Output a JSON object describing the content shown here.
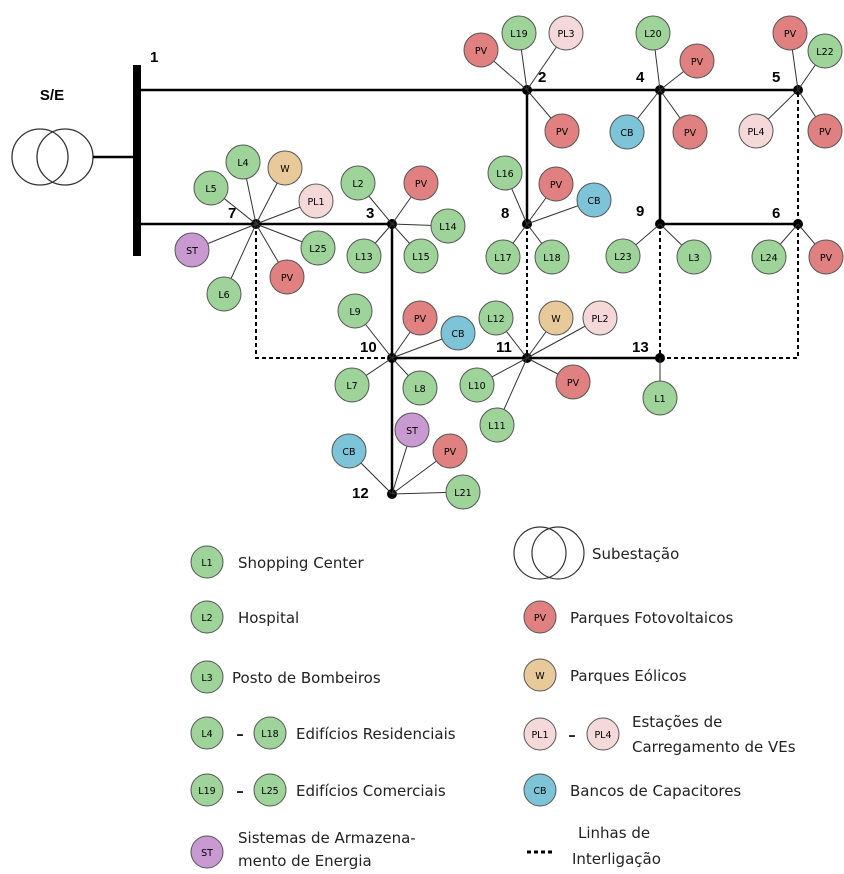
{
  "substation_label": "S/E",
  "buses": [
    "1",
    "2",
    "3",
    "4",
    "5",
    "6",
    "7",
    "8",
    "9",
    "10",
    "11",
    "12",
    "13"
  ],
  "colors": {
    "load": "#9ed49a",
    "pv": "#e08080",
    "wind": "#e8c99a",
    "charging": "#f5d9d9",
    "capacitor": "#7ec4d8",
    "storage": "#c99ad1"
  },
  "node_labels": {
    "pv": "PV",
    "w": "W",
    "cb": "CB",
    "st": "ST",
    "pl1": "PL1",
    "pl2": "PL2",
    "pl3": "PL3",
    "pl4": "PL4",
    "l1": "L1",
    "l2": "L2",
    "l3": "L3",
    "l4": "L4",
    "l5": "L5",
    "l6": "L6",
    "l7": "L7",
    "l8": "L8",
    "l9": "L9",
    "l10": "L10",
    "l11": "L11",
    "l12": "L12",
    "l13": "L13",
    "l14": "L14",
    "l15": "L15",
    "l16": "L16",
    "l17": "L17",
    "l18": "L18",
    "l19": "L19",
    "l20": "L20",
    "l21": "L21",
    "l22": "L22",
    "l23": "L23",
    "l24": "L24",
    "l25": "L25"
  },
  "legend": {
    "shopping": "Shopping Center",
    "hospital": "Hospital",
    "fire": "Posto de Bombeiros",
    "residential": "Edifícios Residenciais",
    "commercial": "Edifícios Comerciais",
    "storage_line1": "Sistemas de Armazena-",
    "storage_line2": "mento de Energia",
    "substation": "Subestação",
    "pv": "Parques Fotovoltaicos",
    "wind": "Parques Eólicos",
    "charging_line1": "Estações de",
    "charging_line2": "Carregamento de VEs",
    "capacitors": "Bancos de Capacitores",
    "tie_line1": "Linhas de",
    "tie_line2": "Interligação",
    "dash_sep": "–"
  }
}
